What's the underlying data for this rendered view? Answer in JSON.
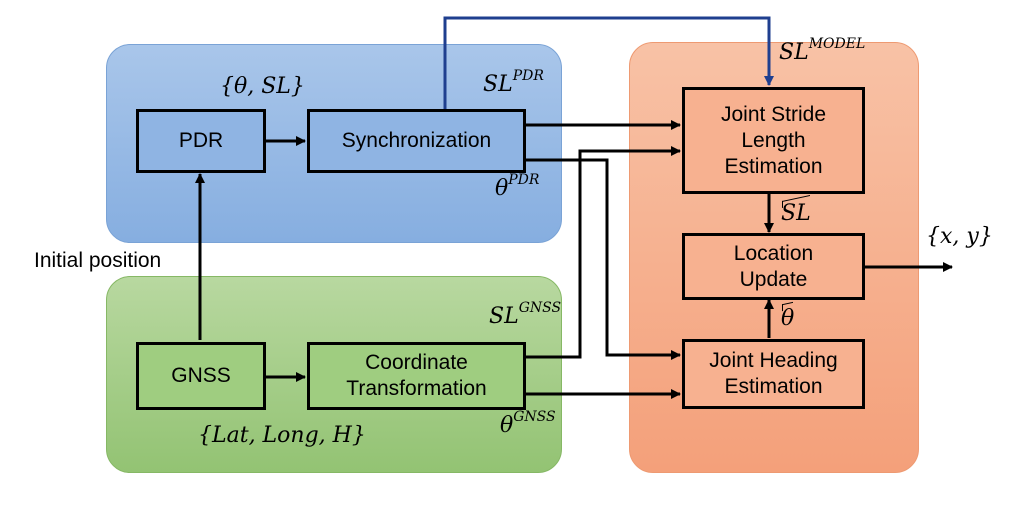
{
  "blocks": {
    "pdr": "PDR",
    "sync": "Synchronization",
    "gnss": "GNSS",
    "coord": "Coordinate\nTransformation",
    "jsle": "Joint Stride\nLength\nEstimation",
    "loc": "Location\nUpdate",
    "jhe": "Joint Heading\nEstimation"
  },
  "labels": {
    "theta_sl_base": "{θ, SL}",
    "sl_pdr_base": "SL",
    "sl_pdr_sup": "PDR",
    "theta_pdr_base": "θ",
    "theta_pdr_sup": "PDR",
    "sl_model_base": "SL",
    "sl_model_sup": "MODEL",
    "sl_hat": "SL",
    "theta_hat": "θ",
    "xy_out": "{x, y}",
    "initial_position": "Initial position",
    "sl_gnss_base": "SL",
    "sl_gnss_sup": "GNSS",
    "theta_gnss_base": "θ",
    "theta_gnss_sup": "GNSS",
    "lat_long_h": "{Lat, Long, H}"
  },
  "colors": {
    "blue_panel": "#9dbde6",
    "green_panel": "#a6d08a",
    "orange_panel": "#f6b393",
    "feedback_line": "#1f3f8f"
  }
}
